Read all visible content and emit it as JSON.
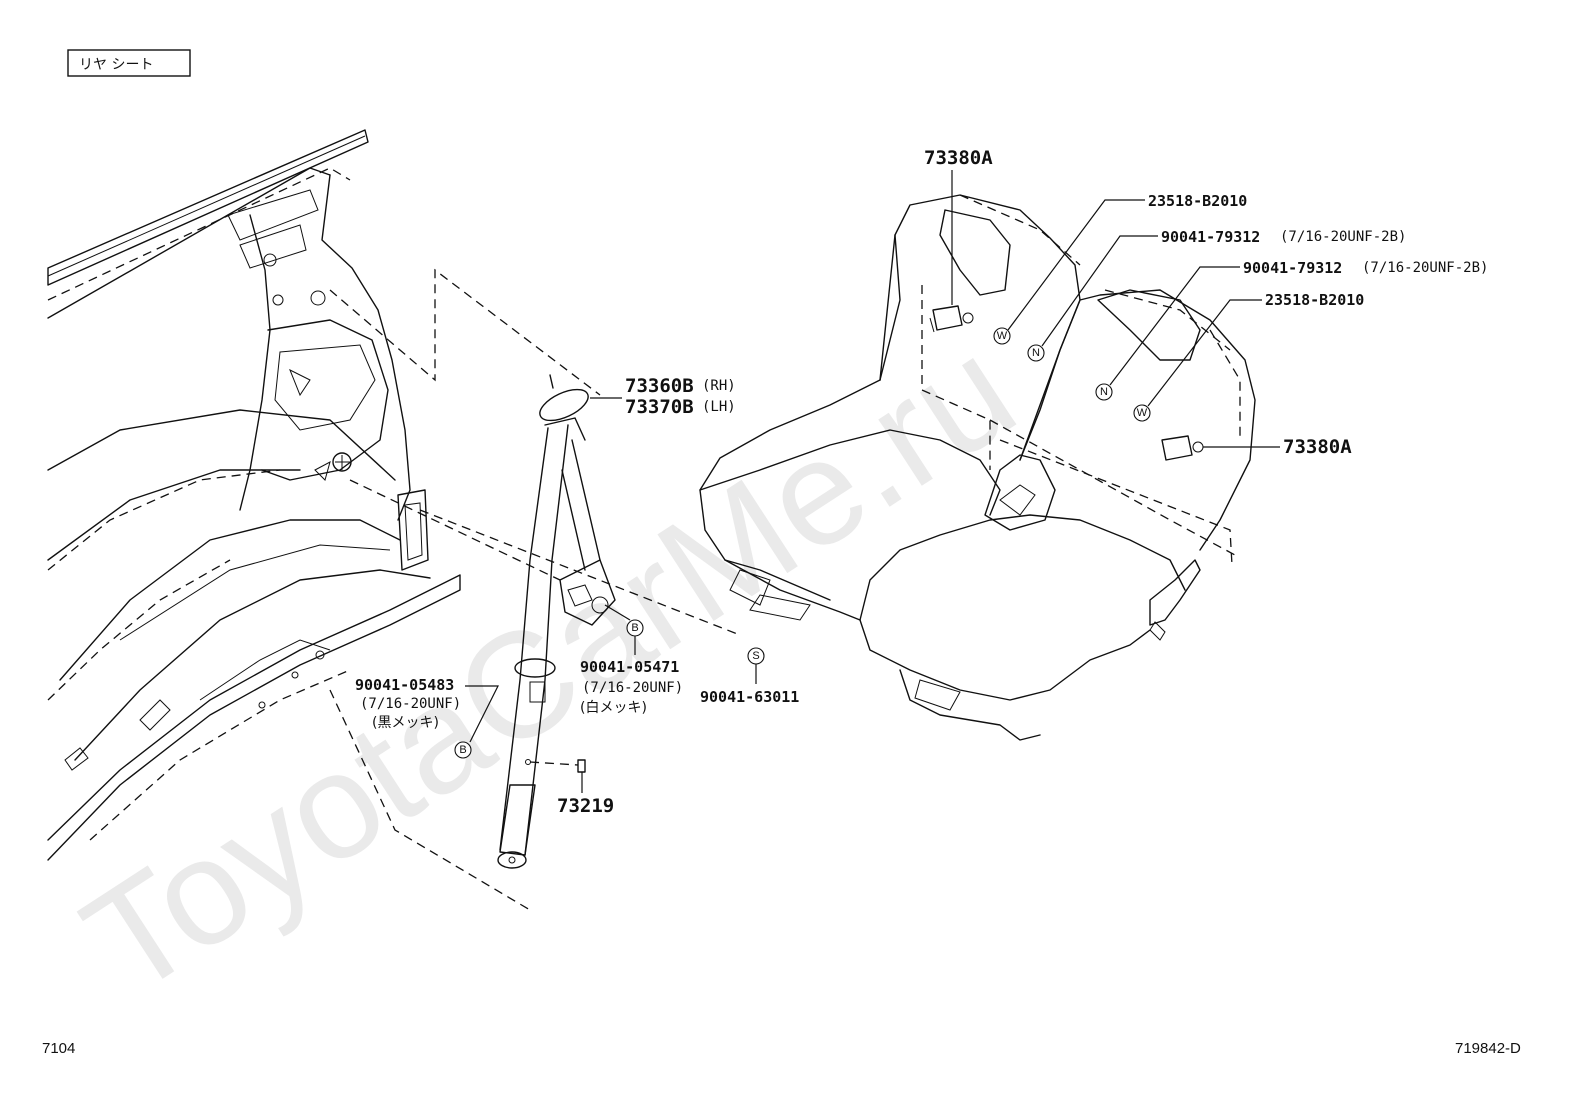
{
  "header": {
    "section_label": "リヤ シート"
  },
  "watermark": "ToyotaCarMe.ru",
  "parts": {
    "retractor_rh": "73360B",
    "retractor_rh_side": "(RH)",
    "retractor_lh": "73370B",
    "retractor_lh_side": "(LH)",
    "buckle_left": "73380A",
    "buckle_right": "73380A",
    "washer_1": "23518-B2010",
    "nut_1": "90041-79312",
    "nut_1_spec": "(7/16-20UNF-2B)",
    "nut_2": "90041-79312",
    "nut_2_spec": "(7/16-20UNF-2B)",
    "washer_2": "23518-B2010",
    "bolt_black": "90041-05483",
    "bolt_black_thread": "(7/16-20UNF)",
    "bolt_black_finish": "(黒メッキ)",
    "bolt_white": "90041-05471",
    "bolt_white_thread": "(7/16-20UNF)",
    "bolt_white_finish": "(白メッキ)",
    "spacer": "90041-63011",
    "cover": "73219"
  },
  "marks": {
    "bolt": "B",
    "spacer": "S",
    "washer": "W",
    "nut": "N"
  },
  "footer": {
    "page_number": "7104",
    "illustration_code": "719842-D"
  }
}
